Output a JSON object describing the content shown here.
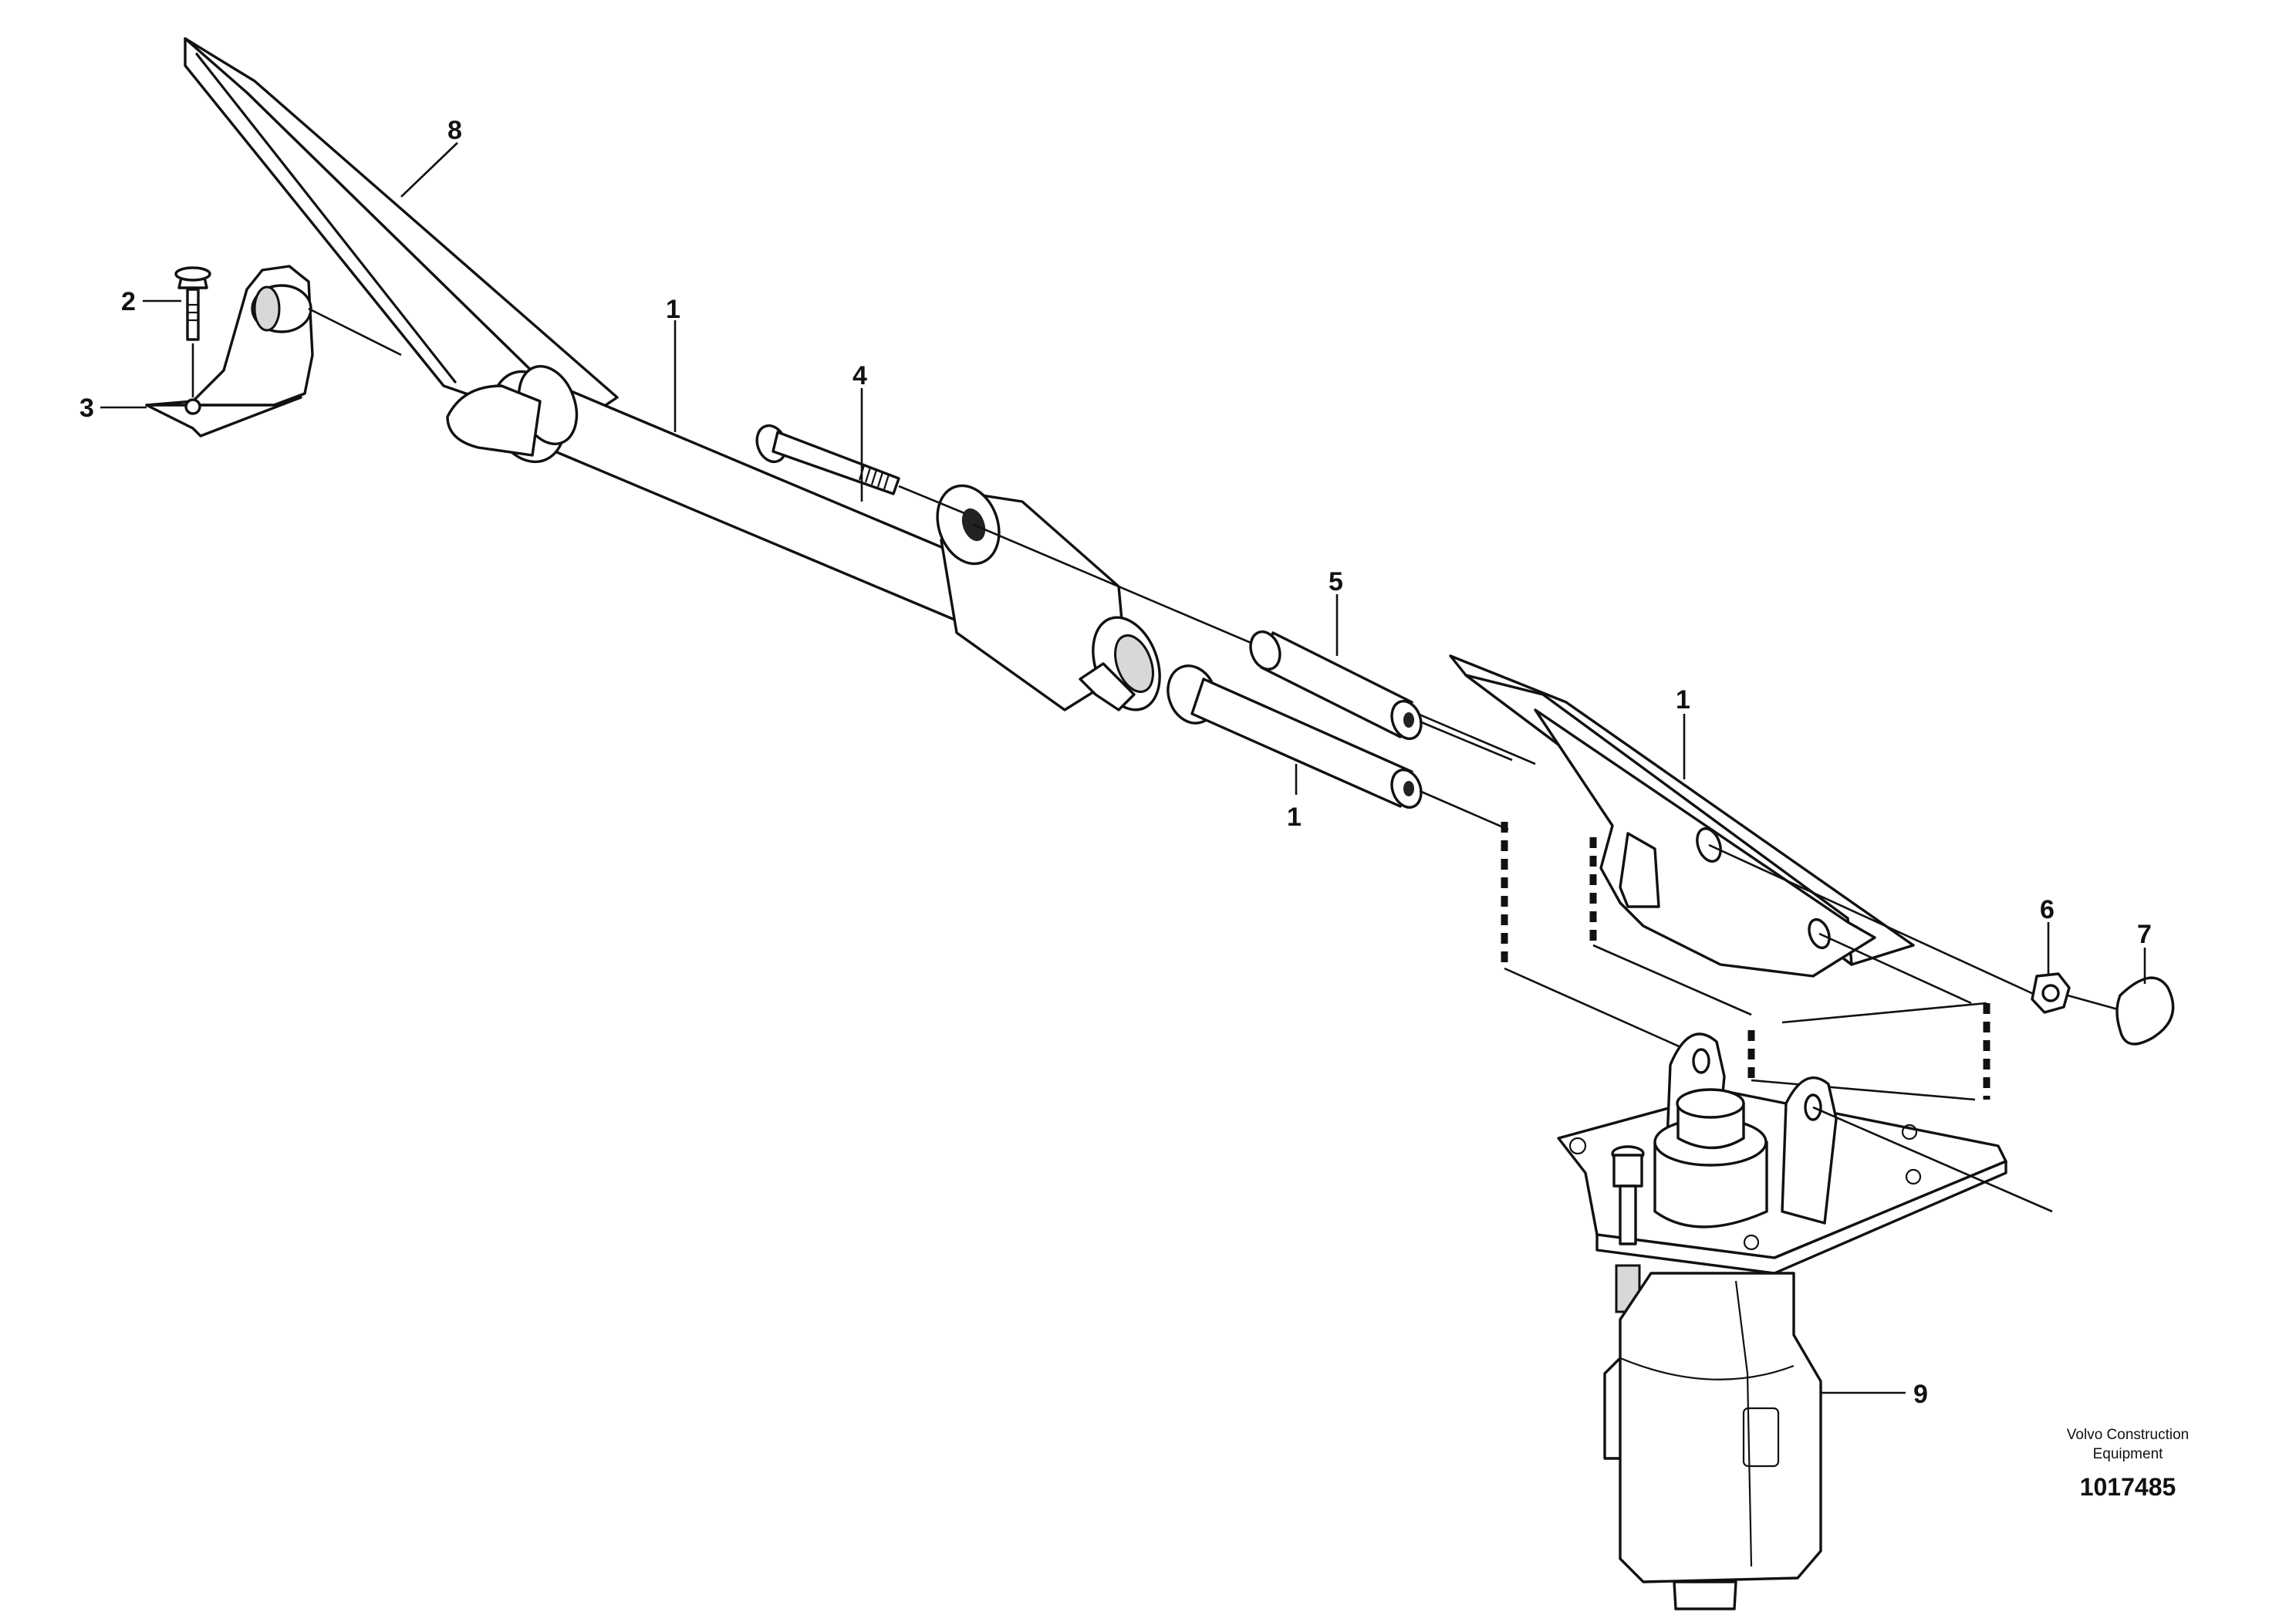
{
  "callouts": {
    "c1_shaft": "1",
    "c1_pin": "1",
    "c1_pedal": "1",
    "c2": "2",
    "c3": "3",
    "c4": "4",
    "c5": "5",
    "c6": "6",
    "c7": "7",
    "c8": "8",
    "c9": "9"
  },
  "footer": {
    "company_line1": "Volvo Construction",
    "company_line2": "Equipment",
    "reference_number": "1017485"
  }
}
